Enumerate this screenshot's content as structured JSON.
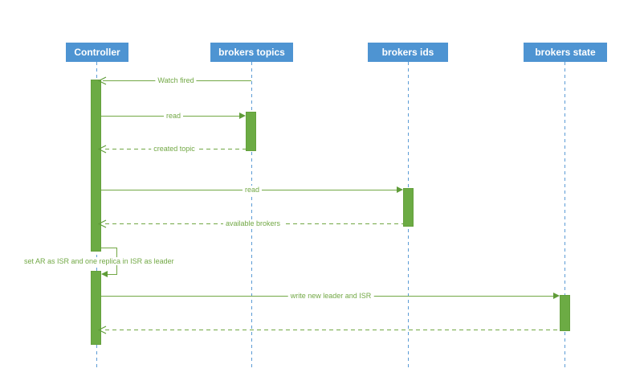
{
  "diagram": {
    "type": "uml-sequence-diagram",
    "participants": [
      {
        "label": "Controller"
      },
      {
        "label": "brokers topics"
      },
      {
        "label": "brokers ids"
      },
      {
        "label": "brokers state"
      }
    ],
    "messages": {
      "watch_fired": {
        "label": "Watch fired",
        "from": "brokers topics",
        "to": "Controller",
        "style": "solid-open-arrow"
      },
      "read_topics": {
        "label": "read",
        "from": "Controller",
        "to": "brokers topics",
        "style": "solid-filled-arrow"
      },
      "created_topic": {
        "label": "created topic",
        "from": "brokers topics",
        "to": "Controller",
        "style": "dashed-open-arrow"
      },
      "read_ids": {
        "label": "read",
        "from": "Controller",
        "to": "brokers ids",
        "style": "solid-filled-arrow"
      },
      "available_brokers": {
        "label": "available brokers",
        "from": "brokers ids",
        "to": "Controller",
        "style": "dashed-open-arrow"
      },
      "self_message": {
        "label": "set AR as ISR and one replica in ISR as leader",
        "from": "Controller",
        "to": "Controller",
        "style": "self-filled-arrow"
      },
      "write_leader": {
        "label": "write new leader and ISR",
        "from": "Controller",
        "to": "brokers state",
        "style": "solid-filled-arrow"
      },
      "final_return": {
        "label": "",
        "from": "brokers state",
        "to": "Controller",
        "style": "dashed-open-arrow"
      }
    },
    "colors": {
      "participant_fill": "#4e94d2",
      "participant_text": "#ffffff",
      "lifeline_blue": "#5b9bd5",
      "message_green": "#72a845",
      "activation_fill": "#6cab44",
      "activation_border": "#64a03c",
      "arrowhead_green": "#5f9c38",
      "background": "#ffffff"
    }
  }
}
